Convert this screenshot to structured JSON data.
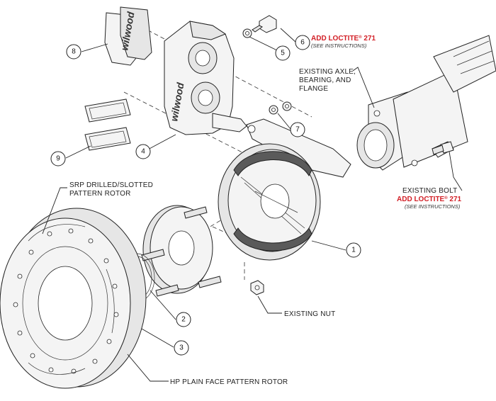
{
  "callouts": [
    {
      "number": "1"
    },
    {
      "number": "2"
    },
    {
      "number": "3"
    },
    {
      "number": "4"
    },
    {
      "number": "5"
    },
    {
      "number": "6"
    },
    {
      "number": "7"
    },
    {
      "number": "8"
    },
    {
      "number": "9"
    }
  ],
  "labels": {
    "loctite_top_prefix": "ADD LOCTITE",
    "loctite_top_reg": "®",
    "loctite_top_suffix": " 271",
    "see_instructions_top": "(SEE INSTRUCTIONS)",
    "axle_line1": "EXISTING AXLE,",
    "axle_line2": "BEARING, AND",
    "axle_line3": "FLANGE",
    "bolt": "EXISTING BOLT",
    "loctite_bolt_prefix": "ADD LOCTITE",
    "loctite_bolt_reg": "®",
    "loctite_bolt_suffix": " 271",
    "see_instructions_bolt": "(SEE INSTRUCTIONS)",
    "srp_line1": "SRP DRILLED/SLOTTED",
    "srp_line2": "PATTERN ROTOR",
    "nut": "EXISTING NUT",
    "hp_rotor": "HP PLAIN FACE PATTERN ROTOR"
  },
  "branding": {
    "pad_logo": "wilwood",
    "caliper_logo": "wilwood"
  },
  "colors": {
    "accent_red": "#d21f26",
    "line": "#222222"
  }
}
